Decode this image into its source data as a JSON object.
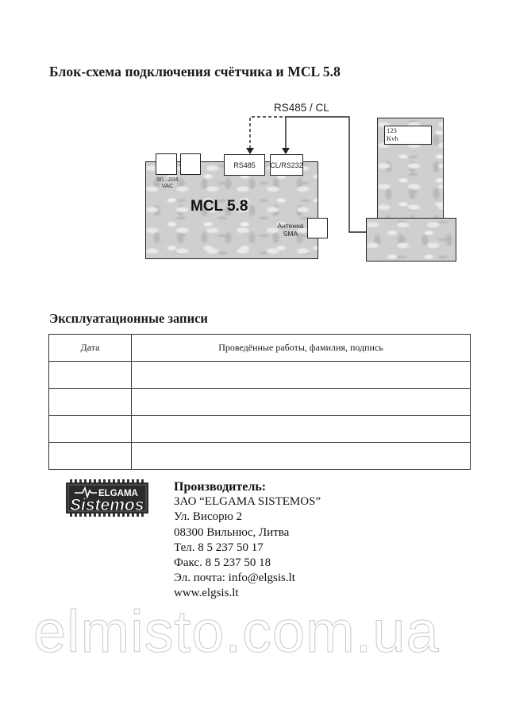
{
  "document": {
    "title": "Блок-схема подключения счётчика и MCL 5.8"
  },
  "diagram": {
    "bus_label": "RS485 / CL",
    "device": {
      "name": "MCL 5.8",
      "power_label_line1": "90...204",
      "power_label_line2": "VAC",
      "port_rs485": "RS485",
      "port_cl_rs232": "CL/RS232",
      "antenna_line1": "Антенна",
      "antenna_line2": "SMA"
    },
    "meter": {
      "display_line1": "123",
      "display_line2": "Kvh"
    }
  },
  "records": {
    "title": "Эксплуатационные записи",
    "columns": [
      "Дата",
      "Проведённые работы, фамилия, подпись"
    ],
    "rows": [
      [
        "",
        ""
      ],
      [
        "",
        ""
      ],
      [
        "",
        ""
      ],
      [
        "",
        ""
      ]
    ]
  },
  "manufacturer": {
    "logo": {
      "top_text": "ELGAMA",
      "main_text": "Sistemos"
    },
    "heading": "Производитель:",
    "company": "ЗАО “ELGAMA SISTEMOS”",
    "street": "Ул. Висорю 2",
    "city": "08300 Вильнюс, Литва",
    "phone": "Тел. 8 5 237 50 17",
    "fax": "Факс. 8 5 237 50 18",
    "email": "Эл. почта: info@elgsis.lt",
    "website": "www.elgsis.lt"
  },
  "watermark": {
    "text": "elmisto.com.ua"
  }
}
